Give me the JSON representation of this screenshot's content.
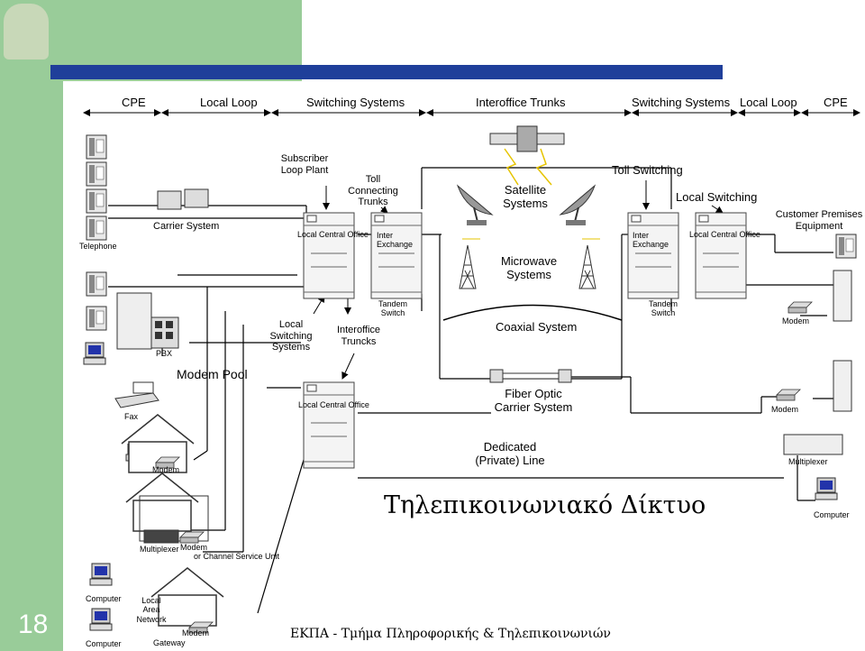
{
  "colors": {
    "sidebar": "#99cc99",
    "top_bar": "#1f3f9a",
    "line": "#000000"
  },
  "slide_number": "18",
  "footer": "ΕΚΠΑ - Τμήμα Πληροφορικής & Τηλεπικοινωνιών",
  "title": "Τηλεπικοινωνιακό Δίκτυο",
  "header": {
    "cpe_left": "CPE",
    "local_loop_left": "Local Loop",
    "switching_left": "Switching Systems",
    "interoffice": "Interoffice Trunks",
    "switching_right": "Switching Systems",
    "local_loop_right": "Local Loop",
    "cpe_right": "CPE"
  },
  "labels": {
    "telephone": "Telephone",
    "carrier_system": "Carrier System",
    "subscriber_loop": "Subscriber Loop Plant",
    "toll_connecting": "Toll Connecting Trunks",
    "local_co_1": "Local Central Office",
    "inter_exchange_1": "Inter Exchange",
    "satellite": "Satellite Systems",
    "microwave": "Microwave Systems",
    "toll_switching": "Toll Switching",
    "inter_exchange_2": "Inter Exchange",
    "local_switching": "Local Switching",
    "local_co_2": "Local Central Office",
    "cpe_equipment": "Customer Premises Equipment",
    "pbx": "PBX",
    "local_switching_systems": "Local Switching Systems",
    "interoffice_truncks": "Interoffice Truncks",
    "tandem_1": "Tandem Switch",
    "coaxial": "Coaxial System",
    "tandem_2": "Tandem Switch",
    "modem_r1": "Modem",
    "modem_pool": "Modem Pool",
    "fax": "Fax",
    "local_co_3": "Local Central Office",
    "fiber": "Fiber Optic Carrier System",
    "modem_r2": "Modem",
    "modem_house": "Modem",
    "dedicated": "Dedicated (Private) Line",
    "multiplexer_r": "Multiplexer",
    "computer_r": "Computer",
    "multiplexer_l": "Multiplexer",
    "modem_l": "Modem",
    "csu": "or Channel Service Unit",
    "computer_l1": "Computer",
    "lan": "Local Area Network",
    "modem_gw": "Modem",
    "gateway": "Gateway",
    "computer_l2": "Computer"
  },
  "icons": [
    "telephone-icon",
    "carrier-icon",
    "switch-cabinet-icon",
    "satellite-icon",
    "dish-icon",
    "tower-icon",
    "pbx-icon",
    "computer-icon",
    "fax-icon",
    "house-icon",
    "modem-icon",
    "multiplexer-icon",
    "fiber-icon",
    "logo-icon"
  ]
}
